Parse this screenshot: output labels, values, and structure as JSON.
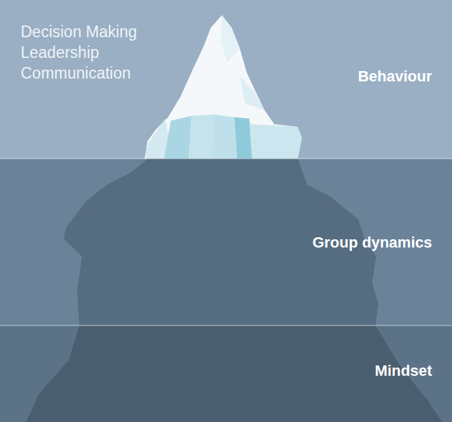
{
  "diagram": {
    "nodes": [
      {
        "text": [
          "Behaviour"
        ]
      },
      {
        "text": [
          "Group dynamics"
        ]
      },
      {
        "text": [
          "Mindset"
        ]
      }
    ],
    "labels": [
      "Decision Making",
      "Leadership",
      "Communication"
    ]
  }
}
